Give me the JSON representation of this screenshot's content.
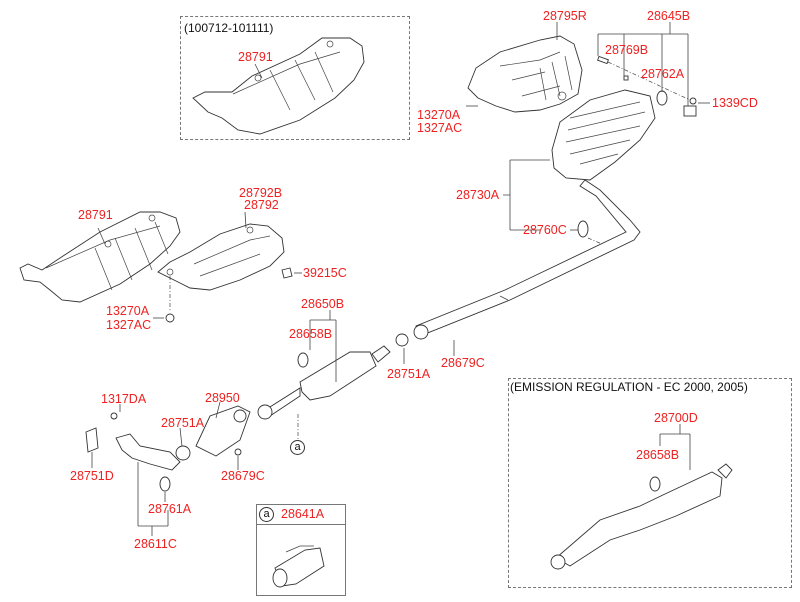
{
  "diagram": {
    "title": "Muffler & Exhaust Pipe",
    "boxes": {
      "heat_shield_variant": {
        "note": "(100712-101111)",
        "part": "28791"
      },
      "emission_variant": {
        "note": "(EMISSION REGULATION - EC 2000, 2005)",
        "parts": [
          "28700D",
          "28658B"
        ]
      },
      "clamp_detail": {
        "ref": "a",
        "part": "28641A"
      }
    },
    "labels": {
      "rear_heat_shield": "28795R",
      "hanger_assy": "28645B",
      "hanger_bolt": "28769B",
      "hanger_rubber": "28762A",
      "nut_1339cd": "1339CD",
      "nut_top_a": "13270A",
      "nut_top_b": "1327AC",
      "rear_muffler_assy": "28730A",
      "rear_hanger": "28760C",
      "front_heat_shield": "28791",
      "center_heat_shield_a": "28792B",
      "center_heat_shield_b": "28792",
      "clip": "39215C",
      "nut_mid_a": "13270A",
      "nut_mid_b": "1327AC",
      "center_muffler_assy": "28650B",
      "center_hanger": "28658B",
      "gasket_center": "28751A",
      "nut_center": "28679C",
      "bolt_front": "1317DA",
      "catalytic_converter": "28950",
      "gasket_front": "28751A",
      "gasket_manifold": "28751D",
      "nut_front": "28679C",
      "front_hanger": "28761A",
      "front_pipe_assy": "28611C"
    },
    "ref_marker": "a"
  }
}
